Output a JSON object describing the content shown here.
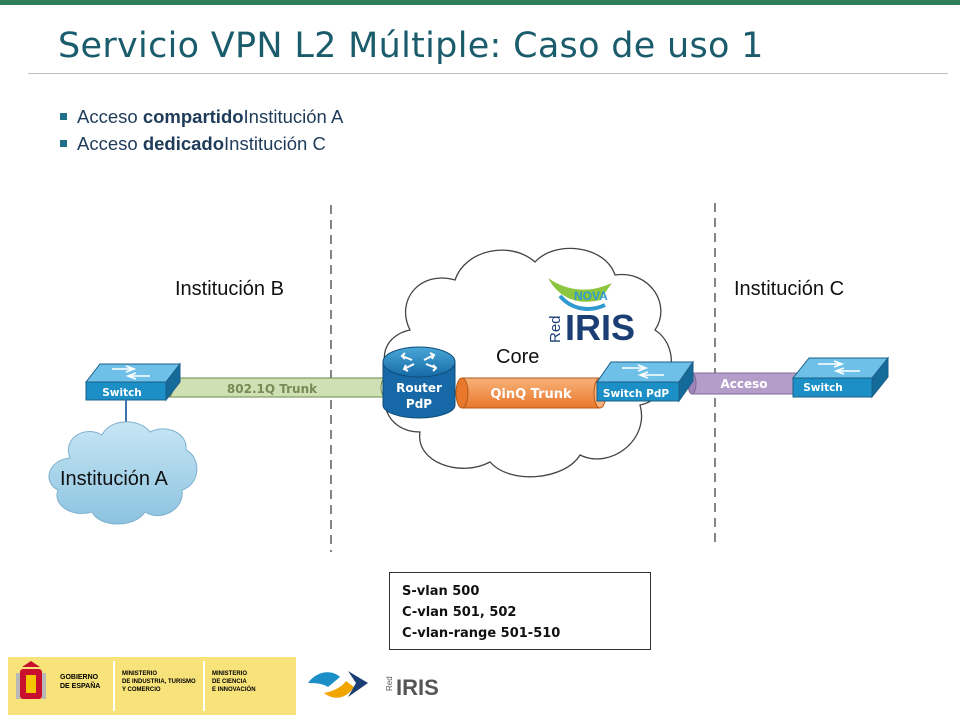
{
  "title": "Servicio VPN L2 Múltiple: Caso de uso 1",
  "bullets": [
    {
      "pre": "Acceso ",
      "bold": "compartido",
      "post": " Institución A"
    },
    {
      "pre": "Acceso ",
      "bold": "dedicado",
      "post": " Institución C"
    }
  ],
  "labels": {
    "inst_b": "Institución B",
    "inst_c": "Institución C",
    "inst_a": "Institución A",
    "core": "Core",
    "trunk_8021q": "802.1Q Trunk",
    "qinq": "QinQ Trunk",
    "acceso": "Acceso",
    "switch_left": "Switch",
    "switch_right": "Switch",
    "switch_pdp": "Switch PdP",
    "router_line1": "Router",
    "router_line2": "PdP",
    "rediris_red": "Red",
    "rediris_iris": "IRIS",
    "rediris_nova": "NOVA"
  },
  "info_box": [
    "S-vlan 500",
    "C-vlan 501, 502",
    "C-vlan-range 501-510"
  ],
  "footer": {
    "gobierno": [
      "GOBIERNO",
      "DE ESPAÑA"
    ],
    "ministerio1": [
      "MINISTERIO",
      "DE INDUSTRIA, TURISMO",
      "Y COMERCIO"
    ],
    "ministerio2": [
      "MINISTERIO",
      "DE CIENCIA",
      "E INNOVACIÓN"
    ],
    "rediris_red": "Red",
    "rediris_iris": "IRIS"
  },
  "colors": {
    "title": "#1a5c6b",
    "topbar": "#2e7d5b",
    "switch": "#1c8fc7",
    "trunk": "#cfe0b4",
    "qinq": "#f0954a",
    "acceso": "#b49ec9",
    "cloud": "#a9d4ea",
    "footer_yellow": "#f7e37a"
  }
}
